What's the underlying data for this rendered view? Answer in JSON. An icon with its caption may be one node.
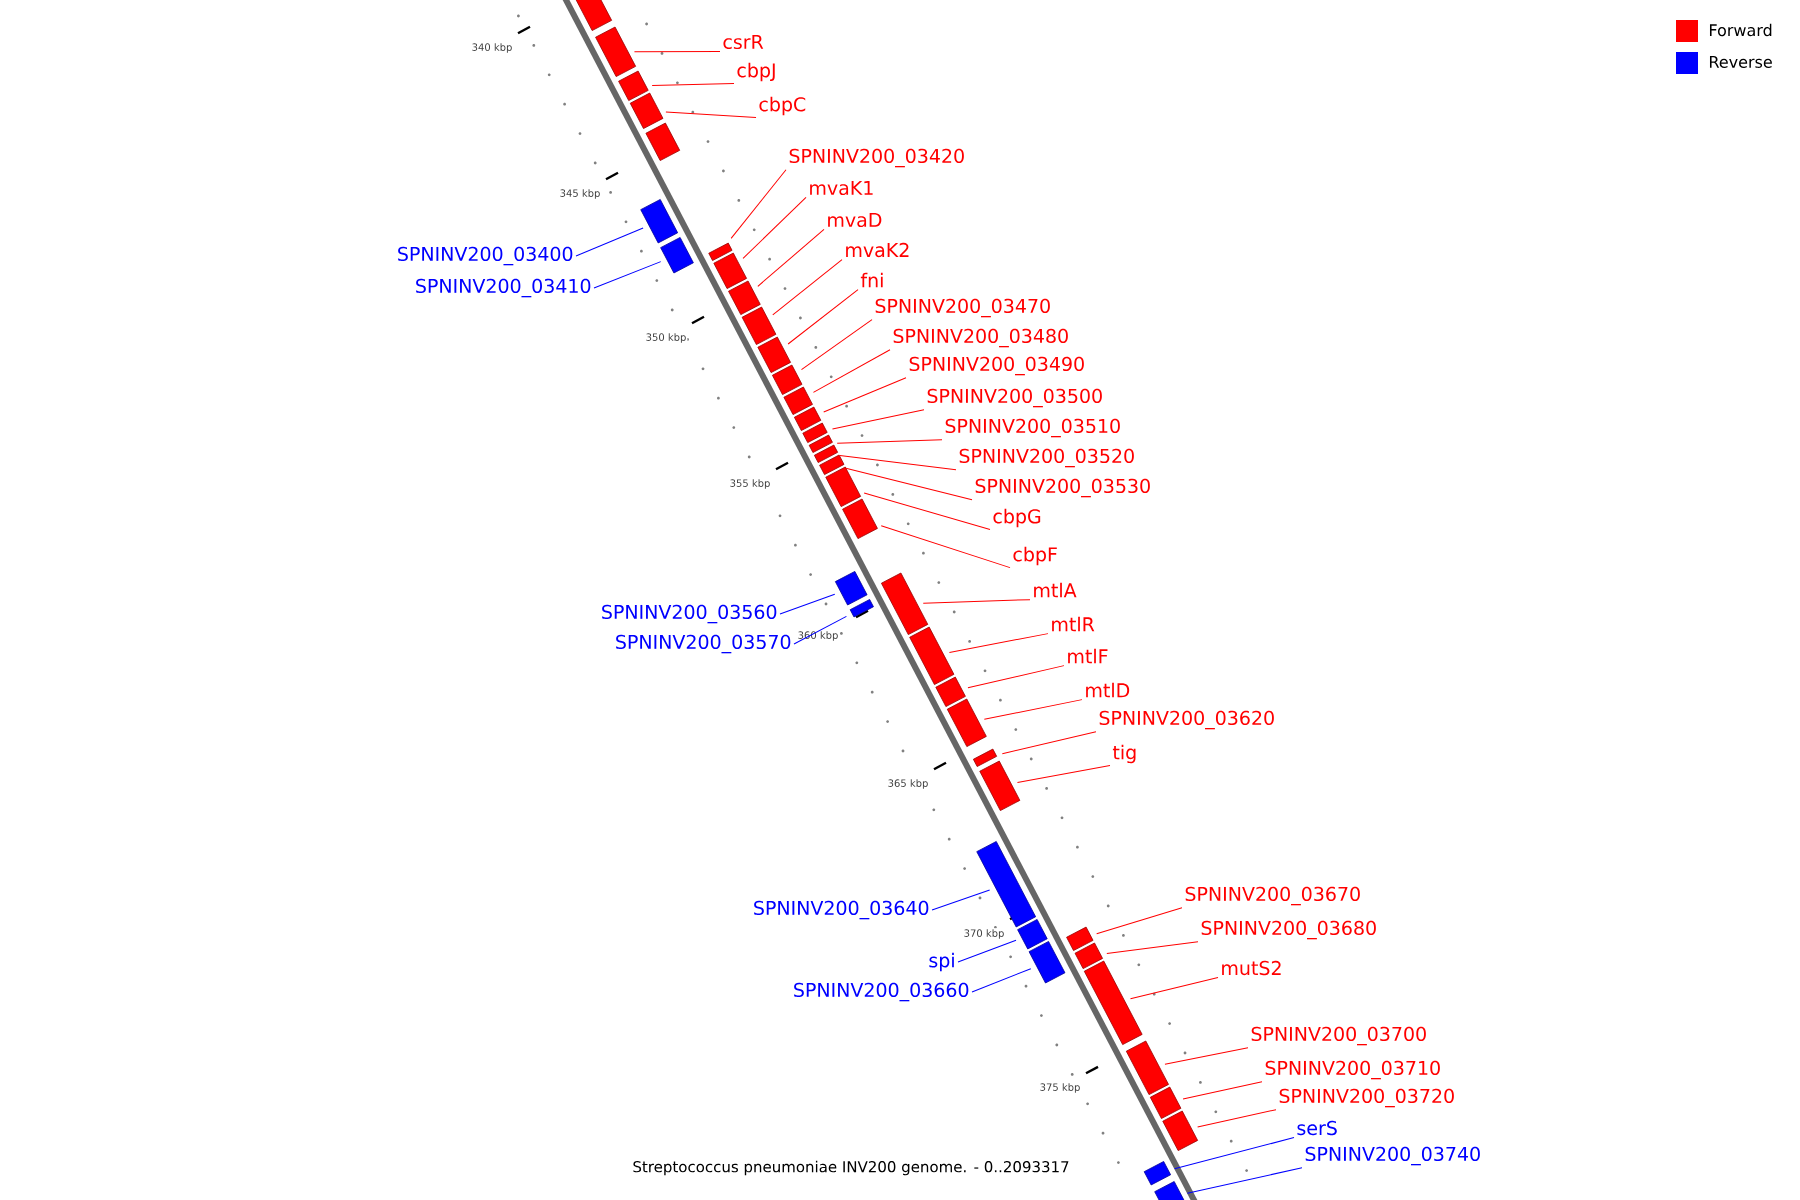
{
  "diagram": {
    "caption": "Streptococcus pneumoniae INV200 genome. - 0..2093317",
    "nodes": [
      {
        "text": [],
        "shape": "box"
      },
      {
        "text": [
          "csrR"
        ]
      },
      {
        "text": [],
        "shape": "box"
      },
      {
        "text": [
          "cbpJ"
        ]
      },
      {
        "text": [],
        "shape": "box"
      },
      {
        "text": [
          "cbpC"
        ]
      },
      {
        "text": [],
        "shape": "box"
      },
      {
        "text": [],
        "shape": "box"
      },
      {
        "text": [
          "SPNINV200_03400"
        ]
      },
      {
        "text": [],
        "shape": "box"
      },
      {
        "text": [
          "SPNINV200_03410"
        ]
      },
      {
        "text": [],
        "shape": "box"
      },
      {
        "text": [
          "SPNINV200_03420"
        ]
      },
      {
        "text": [],
        "shape": "box"
      },
      {
        "text": [
          "mvaK1"
        ]
      },
      {
        "text": [],
        "shape": "box"
      },
      {
        "text": [
          "mvaD"
        ]
      },
      {
        "text": [],
        "shape": "box"
      },
      {
        "text": [
          "mvaK2"
        ]
      },
      {
        "text": [],
        "shape": "box"
      },
      {
        "text": [
          "fni"
        ]
      },
      {
        "text": [],
        "shape": "box"
      },
      {
        "text": [
          "SPNINV200_03470"
        ]
      },
      {
        "text": [],
        "shape": "box"
      },
      {
        "text": [
          "SPNINV200_03480"
        ]
      },
      {
        "text": [],
        "shape": "box"
      },
      {
        "text": [
          "SPNINV200_03490"
        ]
      },
      {
        "text": [],
        "shape": "box"
      },
      {
        "text": [
          "SPNINV200_03500"
        ]
      },
      {
        "text": [],
        "shape": "box"
      },
      {
        "text": [
          "SPNINV200_03510"
        ]
      },
      {
        "text": [],
        "shape": "box"
      },
      {
        "text": [
          "SPNINV200_03520"
        ]
      },
      {
        "text": [],
        "shape": "box"
      },
      {
        "text": [
          "SPNINV200_03530"
        ]
      },
      {
        "text": [],
        "shape": "box"
      },
      {
        "text": [
          "cbpG"
        ]
      },
      {
        "text": [],
        "shape": "box"
      },
      {
        "text": [
          "cbpF"
        ]
      },
      {
        "text": [],
        "shape": "box"
      },
      {
        "text": [
          "SPNINV200_03560"
        ]
      },
      {
        "text": [],
        "shape": "box"
      },
      {
        "text": [
          "SPNINV200_03570"
        ]
      },
      {
        "text": [],
        "shape": "box"
      },
      {
        "text": [
          "mtlA"
        ]
      },
      {
        "text": [],
        "shape": "box"
      },
      {
        "text": [
          "mtlR"
        ]
      },
      {
        "text": [],
        "shape": "box"
      },
      {
        "text": [
          "mtlF"
        ]
      },
      {
        "text": [],
        "shape": "box"
      },
      {
        "text": [
          "mtlD"
        ]
      },
      {
        "text": [],
        "shape": "box"
      },
      {
        "text": [
          "SPNINV200_03620"
        ]
      },
      {
        "text": [],
        "shape": "box"
      },
      {
        "text": [
          "tig"
        ]
      },
      {
        "text": [],
        "shape": "box"
      },
      {
        "text": [
          "SPNINV200_03640"
        ]
      },
      {
        "text": [],
        "shape": "box"
      },
      {
        "text": [
          "spi"
        ]
      },
      {
        "text": [],
        "shape": "box"
      },
      {
        "text": [
          "SPNINV200_03660"
        ]
      },
      {
        "text": [],
        "shape": "box"
      },
      {
        "text": [
          "SPNINV200_03670"
        ]
      },
      {
        "text": [],
        "shape": "box"
      },
      {
        "text": [
          "SPNINV200_03680"
        ]
      },
      {
        "text": [],
        "shape": "box"
      },
      {
        "text": [
          "mutS2"
        ]
      },
      {
        "text": [],
        "shape": "box"
      },
      {
        "text": [
          "SPNINV200_03700"
        ]
      },
      {
        "text": [],
        "shape": "box"
      },
      {
        "text": [
          "SPNINV200_03710"
        ]
      },
      {
        "text": [],
        "shape": "box"
      },
      {
        "text": [
          "SPNINV200_03720"
        ]
      },
      {
        "text": [],
        "shape": "box"
      },
      {
        "text": [
          "serS"
        ]
      },
      {
        "text": [],
        "shape": "box"
      },
      {
        "text": [
          "SPNINV200_03740"
        ]
      },
      {
        "text": [],
        "shape": "box"
      }
    ],
    "edges": [
      {
        "from": 1,
        "to": 2,
        "arrow": "none"
      },
      {
        "from": 3,
        "to": 4,
        "arrow": "none"
      },
      {
        "from": 5,
        "to": 6,
        "arrow": "none"
      },
      {
        "from": 8,
        "to": 9,
        "arrow": "none",
        "color": "#0000ff"
      },
      {
        "from": 10,
        "to": 11,
        "arrow": "none",
        "color": "#0000ff"
      },
      {
        "from": 12,
        "to": 13,
        "arrow": "none"
      },
      {
        "from": 14,
        "to": 15,
        "arrow": "none"
      },
      {
        "from": 16,
        "to": 17,
        "arrow": "none"
      },
      {
        "from": 18,
        "to": 19,
        "arrow": "none"
      },
      {
        "from": 20,
        "to": 21,
        "arrow": "none"
      },
      {
        "from": 22,
        "to": 23,
        "arrow": "none"
      },
      {
        "from": 24,
        "to": 25,
        "arrow": "none"
      },
      {
        "from": 26,
        "to": 27,
        "arrow": "none"
      },
      {
        "from": 28,
        "to": 29,
        "arrow": "none"
      },
      {
        "from": 30,
        "to": 31,
        "arrow": "none"
      },
      {
        "from": 32,
        "to": 33,
        "arrow": "none"
      },
      {
        "from": 34,
        "to": 35,
        "arrow": "none"
      },
      {
        "from": 36,
        "to": 37,
        "arrow": "none"
      },
      {
        "from": 38,
        "to": 39,
        "arrow": "none"
      },
      {
        "from": 40,
        "to": 41,
        "arrow": "none",
        "color": "#0000ff"
      },
      {
        "from": 42,
        "to": 43,
        "arrow": "none",
        "color": "#0000ff"
      },
      {
        "from": 44,
        "to": 45,
        "arrow": "none"
      },
      {
        "from": 46,
        "to": 47,
        "arrow": "none"
      },
      {
        "from": 48,
        "to": 49,
        "arrow": "none"
      },
      {
        "from": 50,
        "to": 51,
        "arrow": "none"
      },
      {
        "from": 52,
        "to": 53,
        "arrow": "none"
      },
      {
        "from": 54,
        "to": 55,
        "arrow": "none"
      },
      {
        "from": 56,
        "to": 57,
        "arrow": "none",
        "color": "#0000ff"
      },
      {
        "from": 58,
        "to": 59,
        "arrow": "none",
        "color": "#0000ff"
      },
      {
        "from": 60,
        "to": 61,
        "arrow": "none",
        "color": "#0000ff"
      },
      {
        "from": 62,
        "to": 63,
        "arrow": "none"
      },
      {
        "from": 64,
        "to": 65,
        "arrow": "none"
      },
      {
        "from": 66,
        "to": 67,
        "arrow": "none"
      },
      {
        "from": 68,
        "to": 69,
        "arrow": "none"
      },
      {
        "from": 70,
        "to": 71,
        "arrow": "none"
      },
      {
        "from": 72,
        "to": 73,
        "arrow": "none"
      },
      {
        "from": 74,
        "to": 75,
        "arrow": "none",
        "color": "#0000ff"
      },
      {
        "from": 76,
        "to": 77,
        "arrow": "none",
        "color": "#0000ff"
      }
    ],
    "labels": [
      "340 kbp",
      "345 kbp",
      "350 kbp",
      "355 kbp",
      "360 kbp",
      "365 kbp",
      "370 kbp",
      "375 kbp"
    ],
    "legend": [
      {
        "text": "Forward",
        "color": "#ff0000"
      },
      {
        "text": "Reverse",
        "color": "#0000ff"
      }
    ]
  }
}
